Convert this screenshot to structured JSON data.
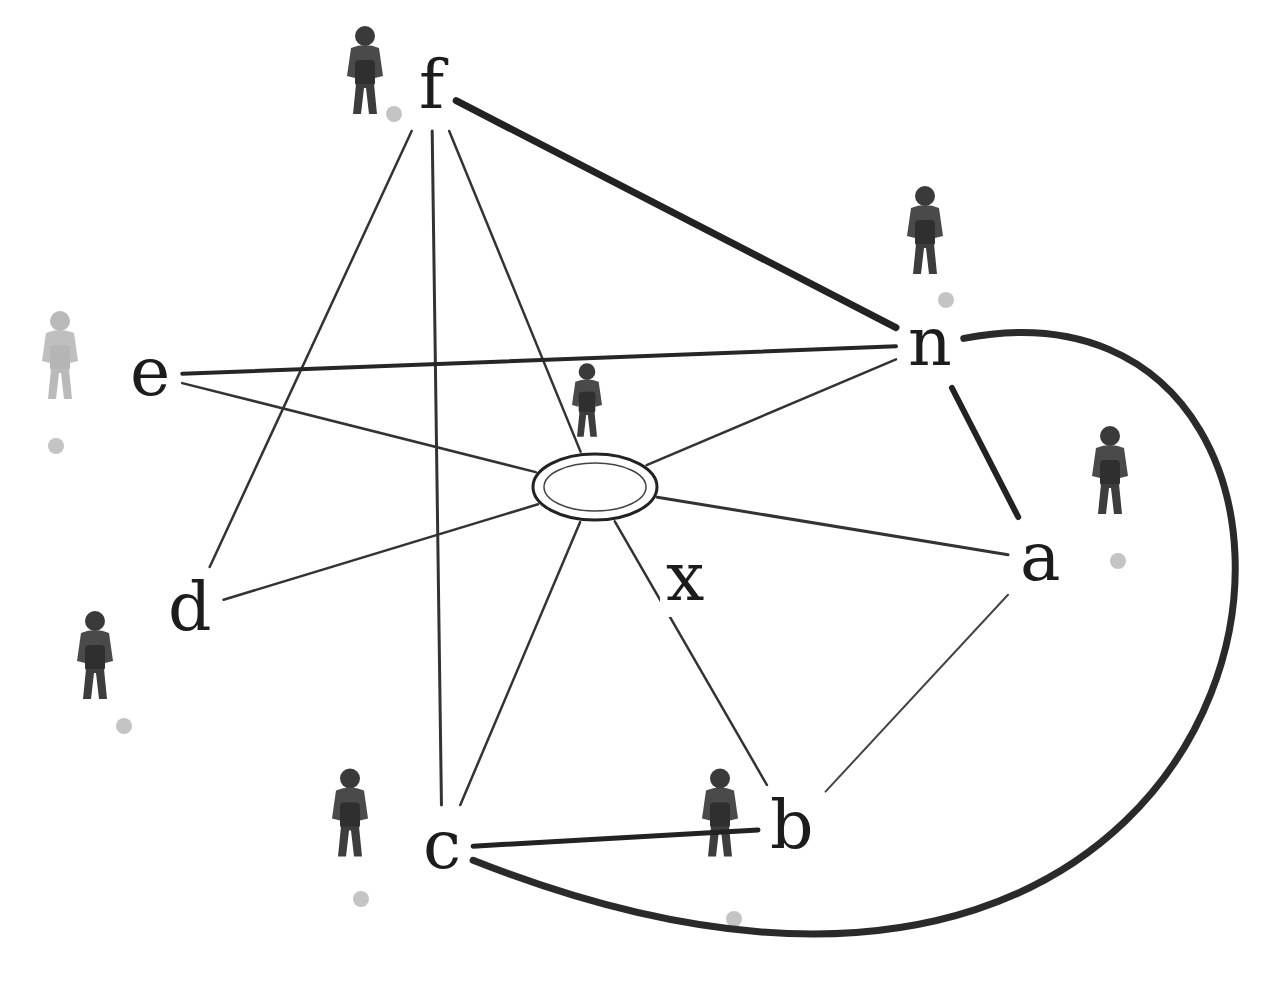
{
  "diagram": {
    "nodes": [
      {
        "text": [
          "f"
        ]
      },
      {
        "text": [
          "n"
        ]
      },
      {
        "text": [
          "e"
        ]
      },
      {
        "text": [
          "x"
        ]
      },
      {
        "text": [
          "a"
        ]
      },
      {
        "text": [
          "d"
        ]
      },
      {
        "text": [
          "c"
        ]
      },
      {
        "text": [
          "b"
        ]
      }
    ],
    "edges": [
      {
        "from": 0,
        "to": 1,
        "arrow": "none"
      },
      {
        "from": 0,
        "to": 3,
        "arrow": "none"
      },
      {
        "from": 0,
        "to": 5,
        "arrow": "none"
      },
      {
        "from": 0,
        "to": 6,
        "arrow": "none"
      },
      {
        "from": 2,
        "to": 1,
        "arrow": "none"
      },
      {
        "from": 2,
        "to": 3,
        "arrow": "none"
      },
      {
        "from": 5,
        "to": 3,
        "arrow": "none"
      },
      {
        "from": 1,
        "to": 3,
        "arrow": "none"
      },
      {
        "from": 3,
        "to": 4,
        "arrow": "none"
      },
      {
        "from": 1,
        "to": 4,
        "arrow": "none"
      },
      {
        "from": 3,
        "to": 6,
        "arrow": "none"
      },
      {
        "from": 3,
        "to": 7,
        "arrow": "none"
      },
      {
        "from": 4,
        "to": 7,
        "arrow": "none"
      },
      {
        "from": 6,
        "to": 7,
        "arrow": "none"
      },
      {
        "from": 1,
        "to": 6,
        "arrow": "none"
      }
    ]
  }
}
